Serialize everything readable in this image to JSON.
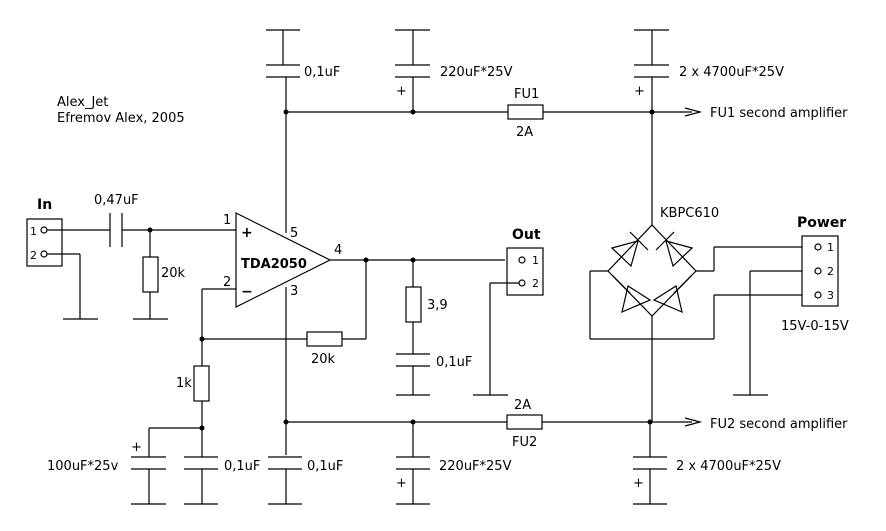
{
  "author": {
    "line1": "Alex_Jet",
    "line2": "Efremov Alex, 2005"
  },
  "connectors": {
    "input": {
      "title": "In",
      "pins": [
        "1",
        "2"
      ]
    },
    "output": {
      "title": "Out",
      "pins": [
        "1",
        "2"
      ]
    },
    "power": {
      "title": "Power",
      "pins": [
        "1",
        "2",
        "3"
      ],
      "rating": "15V-0-15V"
    }
  },
  "amplifier": {
    "part": "TDA2050",
    "pins": {
      "in_plus": "1",
      "in_minus": "2",
      "v_minus": "3",
      "out": "4",
      "v_plus": "5"
    },
    "plus_sign": "+",
    "minus_sign": "−"
  },
  "components": {
    "c_input": "0,47uF",
    "r_input": "20k",
    "r_feedback": "20k",
    "r_ground": "1k",
    "c_ground_elec": "100uF*25v",
    "c_ground_ceramic": "0,1uF",
    "r_zobel": "3,9",
    "c_zobel": "0,1uF",
    "c_vplus_ceramic": "0,1uF",
    "c_vplus_elec": "220uF*25V",
    "c_vplus_bulk": "2 x 4700uF*25V",
    "c_vminus_ceramic": "0,1uF",
    "c_vminus_elec": "220uF*25V",
    "c_vminus_bulk": "2 x 4700uF*25V",
    "polarity_plus": "+"
  },
  "fuses": {
    "fu1": {
      "name": "FU1",
      "rating": "2A"
    },
    "fu2": {
      "name": "FU2",
      "rating": "2A"
    }
  },
  "rectifier": {
    "part": "KBPC610"
  },
  "rail_outputs": {
    "top": "FU1 second amplifier",
    "bottom": "FU2 second amplifier"
  }
}
